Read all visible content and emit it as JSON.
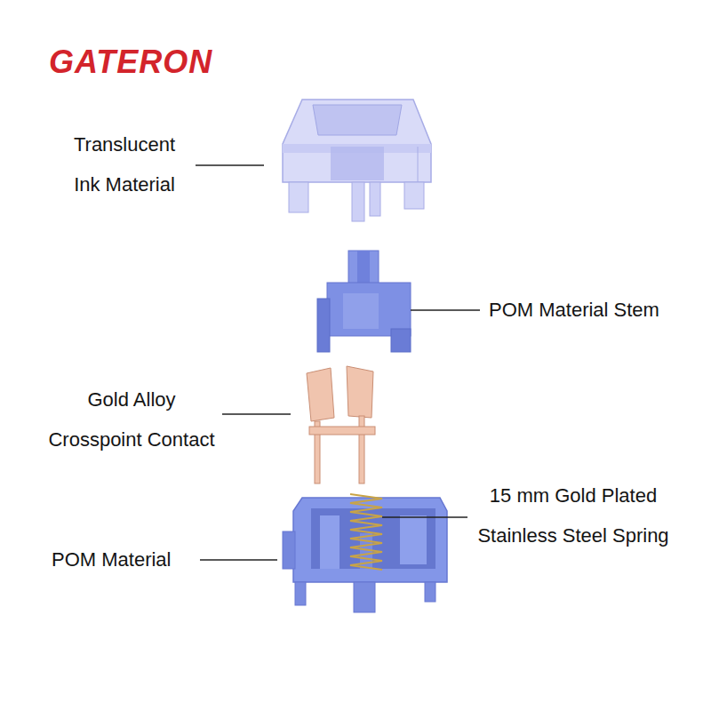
{
  "diagram": {
    "title": "GATERON",
    "labels": [
      "Translucent Ink Material",
      "POM Material Stem",
      "Gold Alloy Crosspoint Contact",
      "15 mm Gold Plated Stainless Steel Spring",
      "POM Material"
    ]
  }
}
